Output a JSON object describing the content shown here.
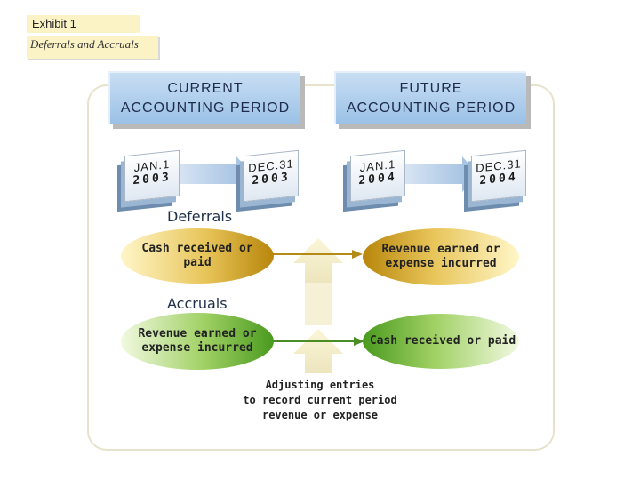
{
  "exhibit": {
    "label": "Exhibit 1",
    "title": "Deferrals and Accruals"
  },
  "periods": {
    "current": [
      "Current",
      "Accounting Period"
    ],
    "future": [
      "Future",
      "Accounting Period"
    ]
  },
  "dates": [
    {
      "month": "JAN.1",
      "year": "2003"
    },
    {
      "month": "DEC.31",
      "year": "2003"
    },
    {
      "month": "JAN.1",
      "year": "2004"
    },
    {
      "month": "DEC.31",
      "year": "2004"
    }
  ],
  "sections": {
    "deferrals": {
      "title": "Deferrals",
      "left": "Cash received or paid",
      "right": [
        "Revenue earned or",
        "expense incurred"
      ]
    },
    "accruals": {
      "title": "Accruals",
      "left": [
        "Revenue earned or",
        "expense incurred"
      ],
      "right": "Cash received or paid"
    }
  },
  "adjusting": [
    "Adjusting entries",
    "to record current period",
    "revenue or expense"
  ],
  "colors": {
    "gold": "#c79b1e",
    "green": "#5aa02c",
    "blue_header": "#9bc1e6",
    "arrow_gold": "#b58b18",
    "arrow_green": "#4a8c26"
  }
}
